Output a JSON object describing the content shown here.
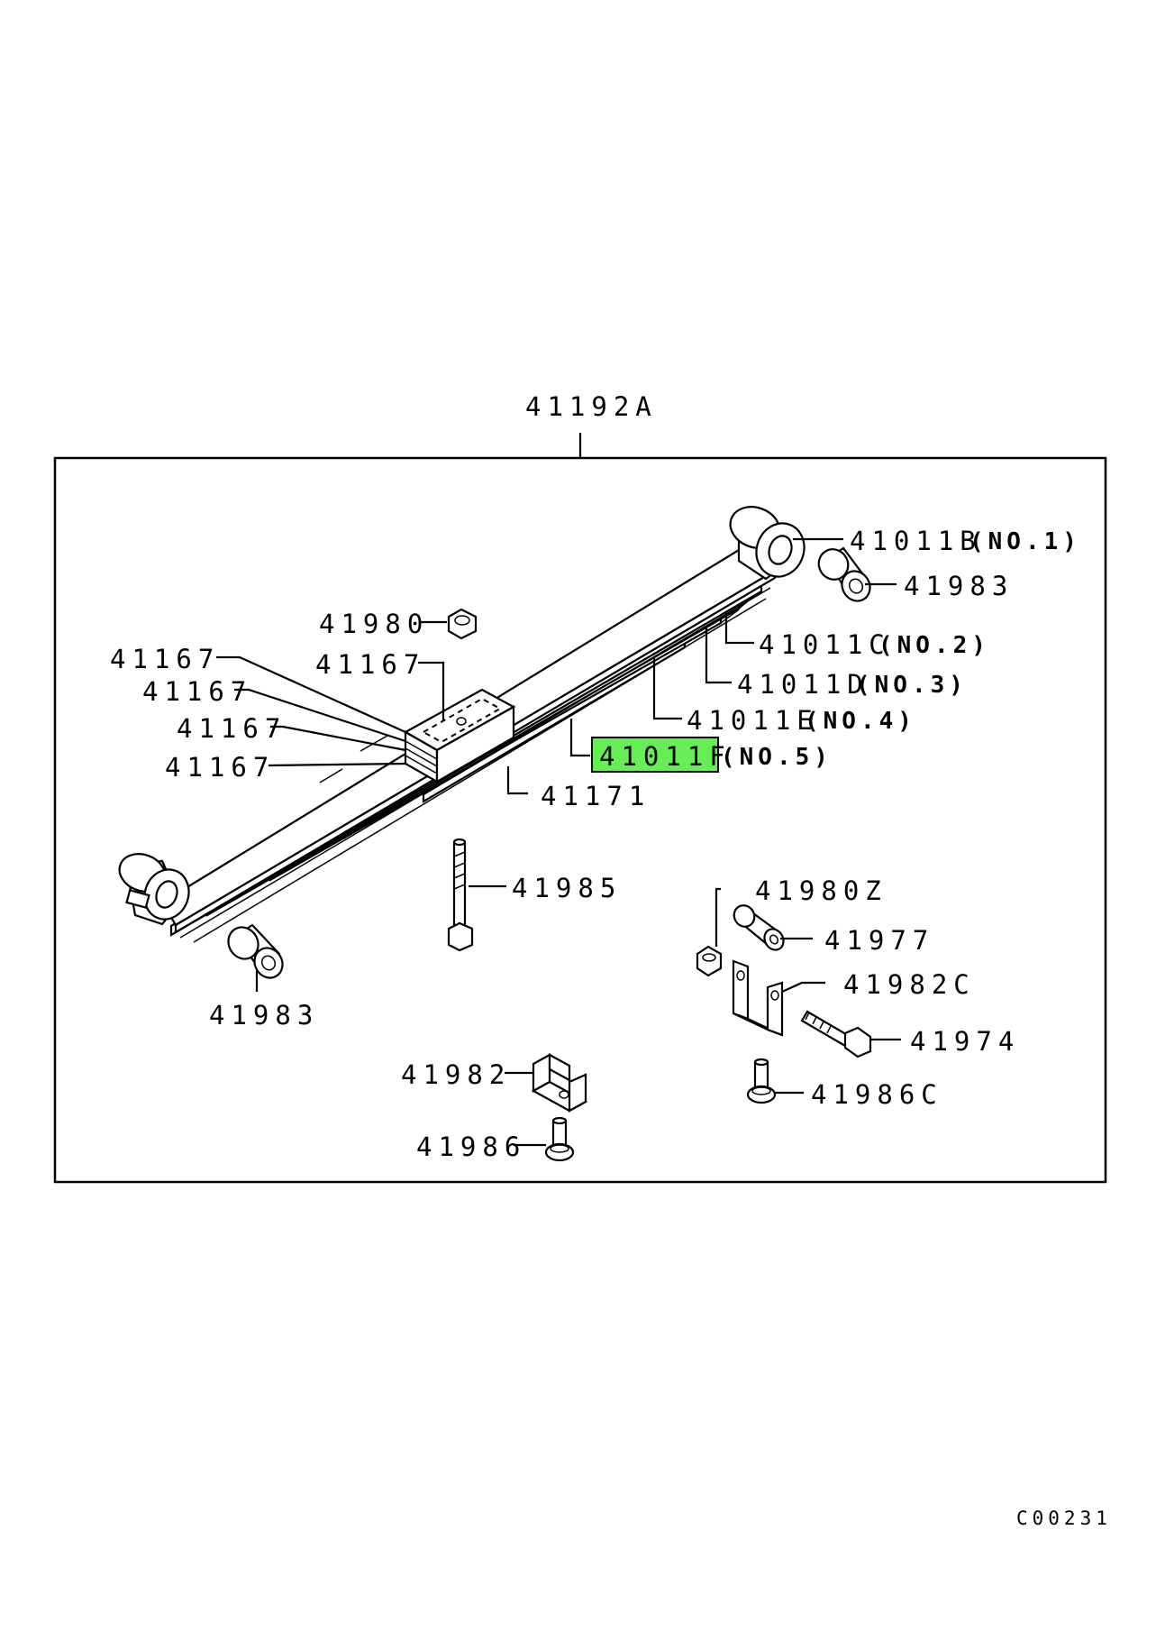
{
  "assembly": {
    "label": "41192A",
    "highlight_color": "#66ee55"
  },
  "callouts": {
    "leaf1": {
      "part": "41011B",
      "note": "(NO.1)"
    },
    "leaf2": {
      "part": "41011C",
      "note": "(NO.2)"
    },
    "leaf3": {
      "part": "41011D",
      "note": "(NO.3)"
    },
    "leaf4": {
      "part": "41011E",
      "note": "(NO.4)"
    },
    "leaf5": {
      "part": "41011F",
      "note": "(NO.5)",
      "highlighted": true
    },
    "bushing_right": "41983",
    "bushing_left": "41983",
    "nut_top": "41980",
    "clip_a": "41167",
    "clip_b": "41167",
    "clip_c": "41167",
    "clip_d": "41167",
    "clip_e": "41167",
    "spacer": "41171",
    "center_bolt": "41985",
    "nut_z": "41980Z",
    "collar": "41977",
    "bracket_c": "41982C",
    "bolt": "41974",
    "screw_c": "41986C",
    "bracket": "41982",
    "screw": "41986"
  },
  "drawing_code": "C00231"
}
